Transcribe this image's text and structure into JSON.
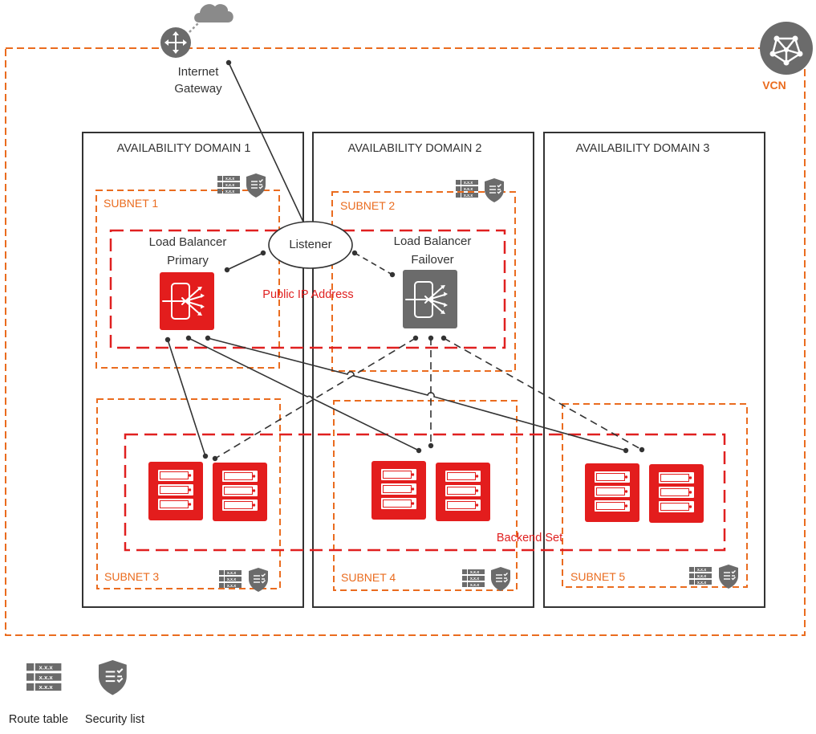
{
  "colors": {
    "vcn_border": "#EA6C1F",
    "subnet_border": "#EA6C1F",
    "red_zone": "#E02020",
    "ad_border": "#333333",
    "lb_primary": "#E31D1D",
    "lb_failover": "#6B6B6B",
    "server": "#E31D1D",
    "gray_icon": "#6B6B6B",
    "line": "#333333"
  },
  "vcn": {
    "label": "VCN",
    "icon": "vcn-network-icon"
  },
  "gateway": {
    "line1": "Internet",
    "line2": "Gateway",
    "icon": "router-icon",
    "cloud_icon": "cloud-icon"
  },
  "availability_domains": [
    {
      "title": "AVAILABILITY DOMAIN 1"
    },
    {
      "title": "AVAILABILITY DOMAIN 2"
    },
    {
      "title": "AVAILABILITY DOMAIN 3"
    }
  ],
  "subnets": [
    {
      "label": "SUBNET 1"
    },
    {
      "label": "SUBNET 2"
    },
    {
      "label": "SUBNET 3"
    },
    {
      "label": "SUBNET 4"
    },
    {
      "label": "SUBNET 5"
    }
  ],
  "listener": {
    "label": "Listener"
  },
  "public_ip": {
    "label": "Public IP Address"
  },
  "backend_set": {
    "label": "Backend Set"
  },
  "lb_primary": {
    "line1": "Load Balancer",
    "line2": "Primary",
    "icon": "load-balancer-icon"
  },
  "lb_failover": {
    "line1": "Load Balancer",
    "line2": "Failover",
    "icon": "load-balancer-icon"
  },
  "route_table_cell": "x.x.x",
  "legend": {
    "route_table": "Route table",
    "security_list": "Security list"
  }
}
